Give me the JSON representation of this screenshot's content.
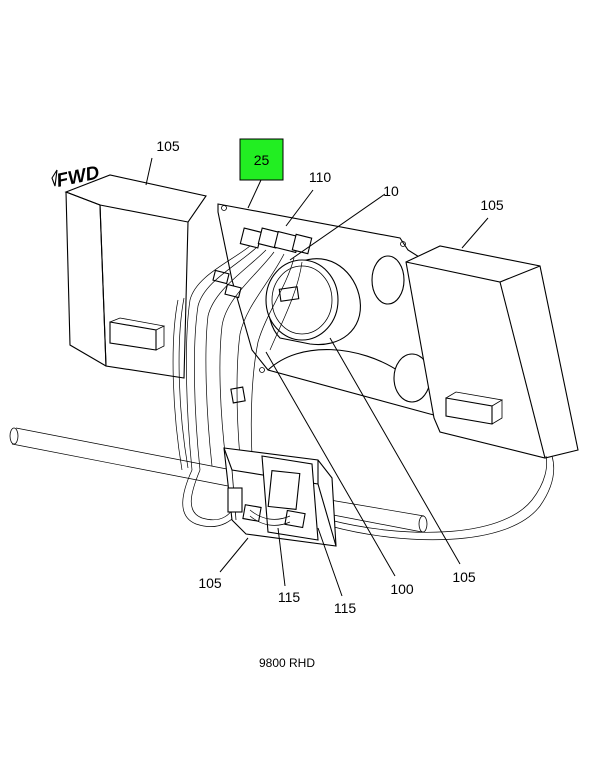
{
  "direction_label": "FWD",
  "highlight": {
    "label": "25",
    "color": "#22ee22"
  },
  "callouts": {
    "left_box": "105",
    "harness_top": "110",
    "gauge_link": "10",
    "right_box": "105",
    "panel_lower": "105",
    "bracket_lower": "105",
    "harness_left": "115",
    "harness_right": "115",
    "gauge": "100"
  },
  "caption": "9800 RHD"
}
